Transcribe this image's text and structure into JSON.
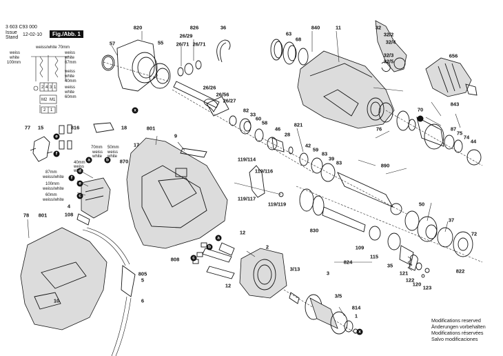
{
  "header": {
    "doc_number": "3 603 C93 000",
    "issue_label": "Issue",
    "stand_label": "Stand",
    "date": "12-02-10",
    "fig_label": "Fig./Abb. 1"
  },
  "notes": [
    "Modifications reserved",
    "Änderungen vorbehalten",
    "Modifications réservées",
    "Salvo modificaciones"
  ],
  "wiring_left": {
    "top": "weiss/white 70mm",
    "l1": "weiss",
    "l2": "white",
    "l3": "100mm",
    "r1": "weiss",
    "r2": "white",
    "r3": "67mm",
    "r4": "weiss",
    "r5": "white",
    "r6": "40mm",
    "r7": "weiss",
    "r8": "white",
    "r9": "60mm",
    "t1": "2",
    "t2": "4",
    "t3": "3",
    "t4": "1",
    "m1": "M2",
    "m2": "M1",
    "b1": "2",
    "b2": "1"
  },
  "wiring_switch": {
    "w70": "70mm",
    "w70a": "weiss",
    "w70b": "white",
    "w50": "50mm",
    "w50a": "weiss",
    "w50b": "white",
    "w40": "40mm",
    "w40a": "weiss",
    "w40b": "white",
    "w87": "87mm",
    "w87a": "weiss/white",
    "w100": "100mm",
    "w100a": "weiss/white",
    "w60": "60mm",
    "w60a": "weiss/white"
  },
  "circles": [
    "a",
    "b",
    "c",
    "d",
    "e",
    "f"
  ],
  "labels": {
    "p820": "820",
    "p57": "57",
    "p55": "55",
    "p826": "826",
    "p2629": "26/29",
    "p2671a": "26/71",
    "p2671b": "26/71",
    "p36": "36",
    "p840": "840",
    "p63": "63",
    "p68": "68",
    "p11": "11",
    "p32": "32",
    "p322": "32/2",
    "p324": "32/4",
    "p323": "32/3",
    "p325": "32/5",
    "p656": "656",
    "p2626": "26/26",
    "p2656": "26/56",
    "p2627": "26/27",
    "p82": "82",
    "p33": "33",
    "p60": "60",
    "p58": "58",
    "p46": "46",
    "p28": "28",
    "p70": "70",
    "p843": "843",
    "p76": "76",
    "p821": "821",
    "p87": "87",
    "p75": "75",
    "p74": "74",
    "p44": "44",
    "p42": "42",
    "p59": "59",
    "p83a": "83",
    "p39": "39",
    "p83b": "83",
    "p890": "890",
    "p77": "77",
    "p15": "15",
    "p816": "816",
    "p18": "18",
    "p801": "801",
    "p9": "9",
    "p17": "17",
    "p119114": "119/114",
    "p119116": "119/116",
    "p119117": "119/117",
    "p119119": "119/119",
    "p870": "870",
    "p4": "4",
    "p108": "108",
    "p50": "50",
    "p37": "37",
    "p78": "78",
    "p801b": "801",
    "p830": "830",
    "p12a": "12",
    "p2": "2",
    "p109": "109",
    "p808": "808",
    "p72": "72",
    "p115": "115",
    "p35": "35",
    "p824": "824",
    "p822": "822",
    "p121": "121",
    "p122": "122",
    "p120": "120",
    "p123": "123",
    "p805": "805",
    "p5": "5",
    "p313": "3/13",
    "p12b": "12",
    "p3": "3",
    "p10": "10",
    "p35b": "3/5",
    "p814": "814",
    "p6": "6",
    "p1": "1"
  }
}
